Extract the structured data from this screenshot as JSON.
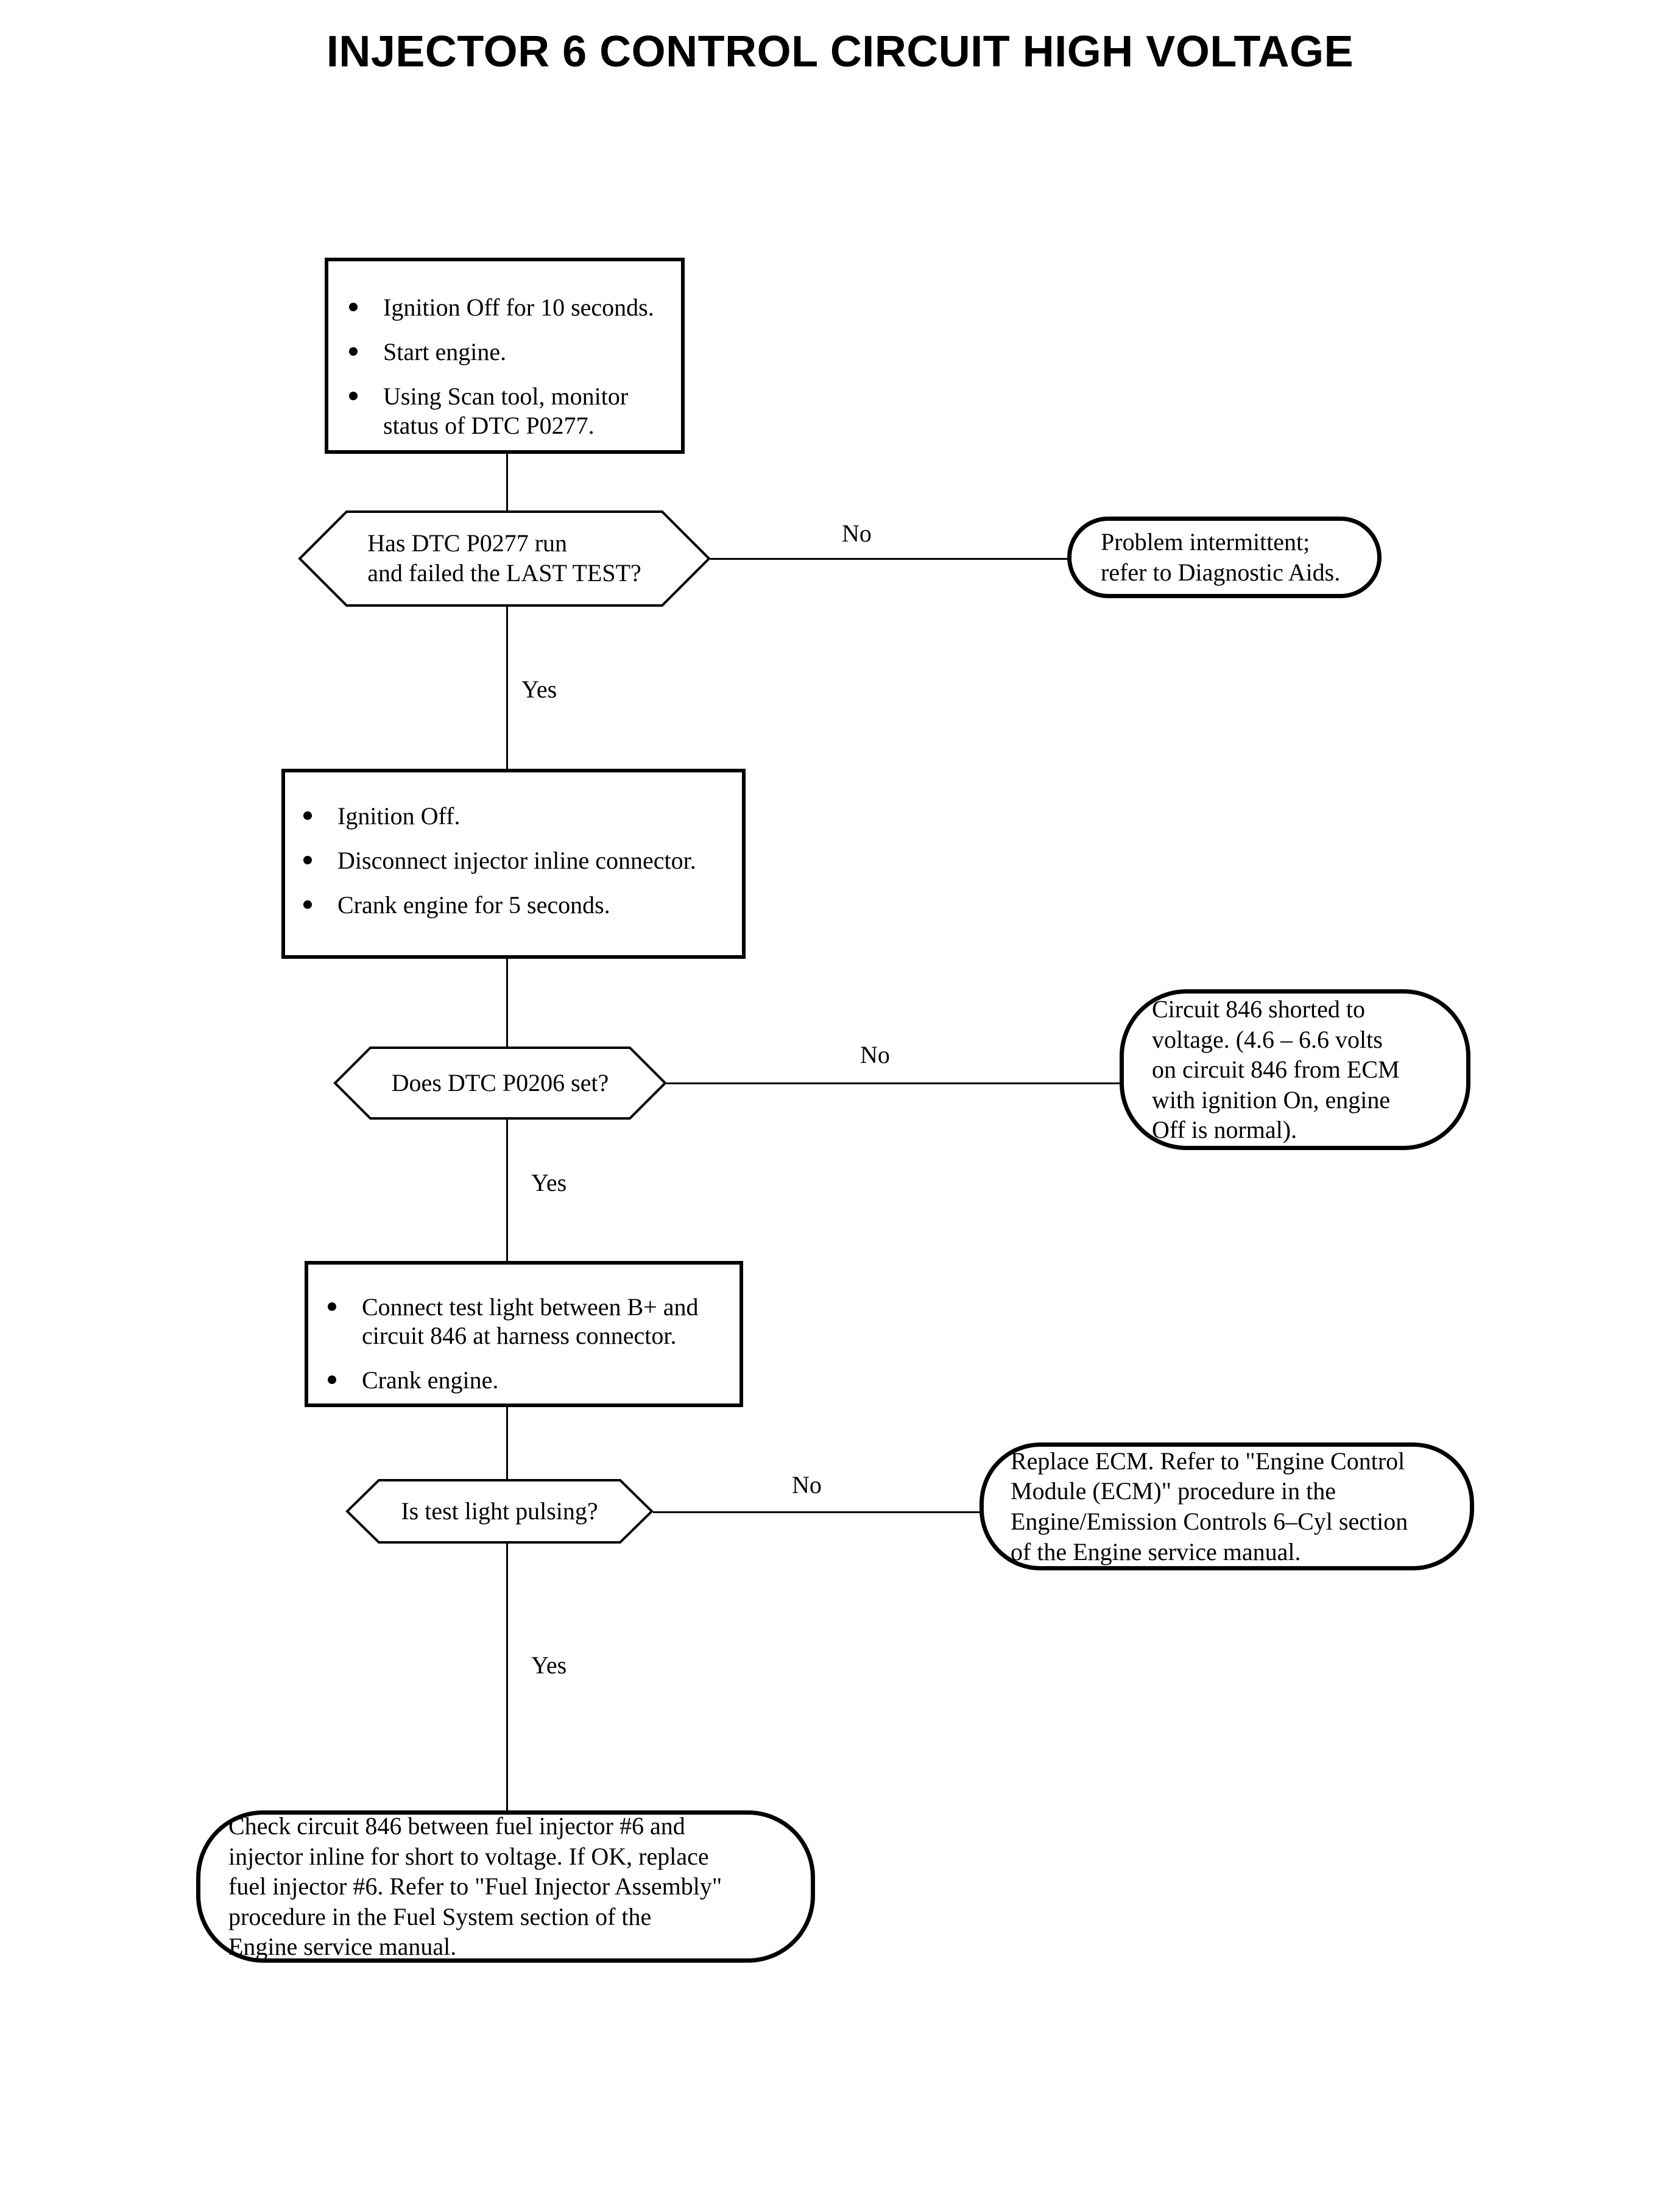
{
  "document": {
    "title": "INJECTOR 6 CONTROL CIRCUIT HIGH VOLTAGE"
  },
  "flowchart": {
    "type": "diagnostic-flowchart",
    "colors": {
      "stroke": "#000000",
      "background": "#ffffff",
      "text": "#000000"
    },
    "steps": {
      "step1": {
        "shape": "process",
        "bullets": [
          "Ignition Off for 10 seconds.",
          "Start engine.",
          "Using Scan tool, monitor\nstatus of DTC P0277."
        ]
      },
      "step2": {
        "shape": "process",
        "bullets": [
          "Ignition Off.",
          "Disconnect injector inline connector.",
          "Crank engine for 5 seconds."
        ]
      },
      "step3": {
        "shape": "process",
        "bullets": [
          "Connect test light between B+ and\ncircuit 846 at harness connector.",
          "Crank engine."
        ]
      }
    },
    "decisions": {
      "decision1": {
        "shape": "hexagon",
        "text": "Has DTC P0277 run\nand failed the LAST TEST?"
      },
      "decision2": {
        "shape": "hexagon",
        "text": "Does DTC P0206 set?"
      },
      "decision3": {
        "shape": "hexagon",
        "text": "Is test light pulsing?"
      }
    },
    "terminators": {
      "terminator1": {
        "shape": "rounded",
        "text": "Problem intermittent;\nrefer to Diagnostic Aids."
      },
      "terminator2": {
        "shape": "rounded",
        "text": "Circuit 846 shorted to\nvoltage.  (4.6 – 6.6 volts\non circuit 846 from ECM\nwith ignition On, engine\nOff is normal)."
      },
      "terminator3": {
        "shape": "rounded",
        "text": "Replace ECM. Refer to \"Engine Control\nModule (ECM)\" procedure in the\nEngine/Emission Controls 6–Cyl section\nof the Engine service manual."
      },
      "terminator4": {
        "shape": "rounded",
        "text": "Check circuit 846 between fuel injector #6 and\ninjector inline for short to voltage. If OK, replace\nfuel injector #6. Refer to \"Fuel Injector Assembly\"\nprocedure in the Fuel System section of the\nEngine service manual."
      }
    },
    "branch_labels": {
      "no1": "No",
      "yes1": "Yes",
      "no2": "No",
      "yes2": "Yes",
      "no3": "No",
      "yes3": "Yes"
    }
  }
}
